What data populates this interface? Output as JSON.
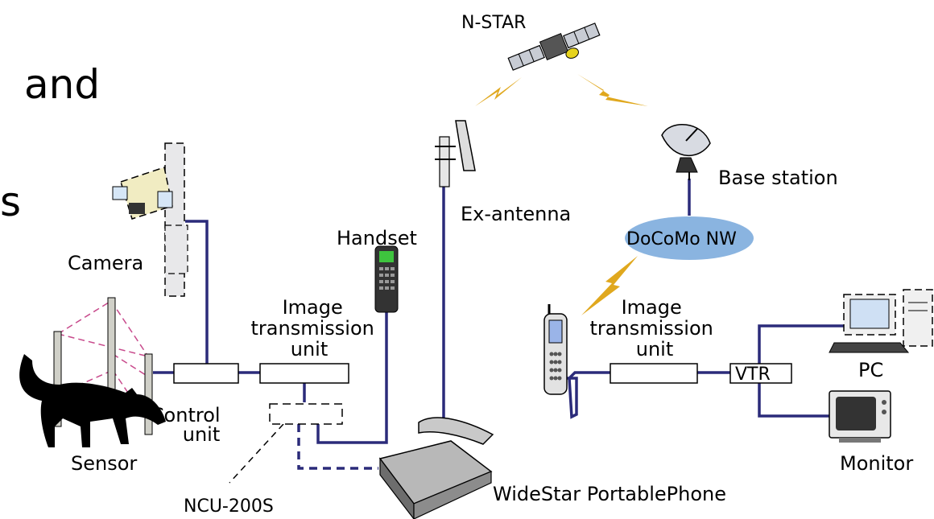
{
  "text_fragments": {
    "fragment_1": "and",
    "fragment_2": "s"
  },
  "labels": {
    "satellite": "N-STAR",
    "base_station": "Base station",
    "ex_antenna": "Ex-antenna",
    "docomo_nw": "DoCoMo NW",
    "handset": "Handset",
    "camera": "Camera",
    "image_unit_left": [
      "Image",
      "transmission",
      "unit"
    ],
    "image_unit_right": [
      "Image",
      "transmission",
      "unit"
    ],
    "control_unit": [
      "Control",
      "unit"
    ],
    "sensor": "Sensor",
    "ncu": "NCU-200S",
    "widestar": "WideStar PortablePhone",
    "vtr": "VTR",
    "pc": "PC",
    "monitor": "Monitor"
  },
  "colors": {
    "wire": "#2b2b7a",
    "lightning": "#e0a81e",
    "cloud": "#8ab4e0",
    "laser": "#c84a8c"
  }
}
